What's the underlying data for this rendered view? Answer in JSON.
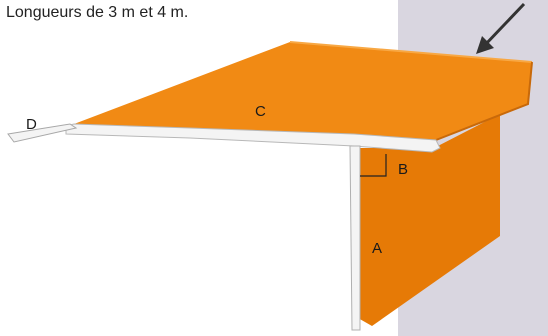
{
  "caption": "Longueurs de 3 m et 4 m.",
  "labels": {
    "a": "A",
    "b": "B",
    "c": "C",
    "d": "D"
  },
  "colors": {
    "wall": "#d9d6e0",
    "orange_top": "#f18a14",
    "orange_side": "#e67a06",
    "aluminium": "#f4f4f4",
    "arrow": "#333333"
  }
}
